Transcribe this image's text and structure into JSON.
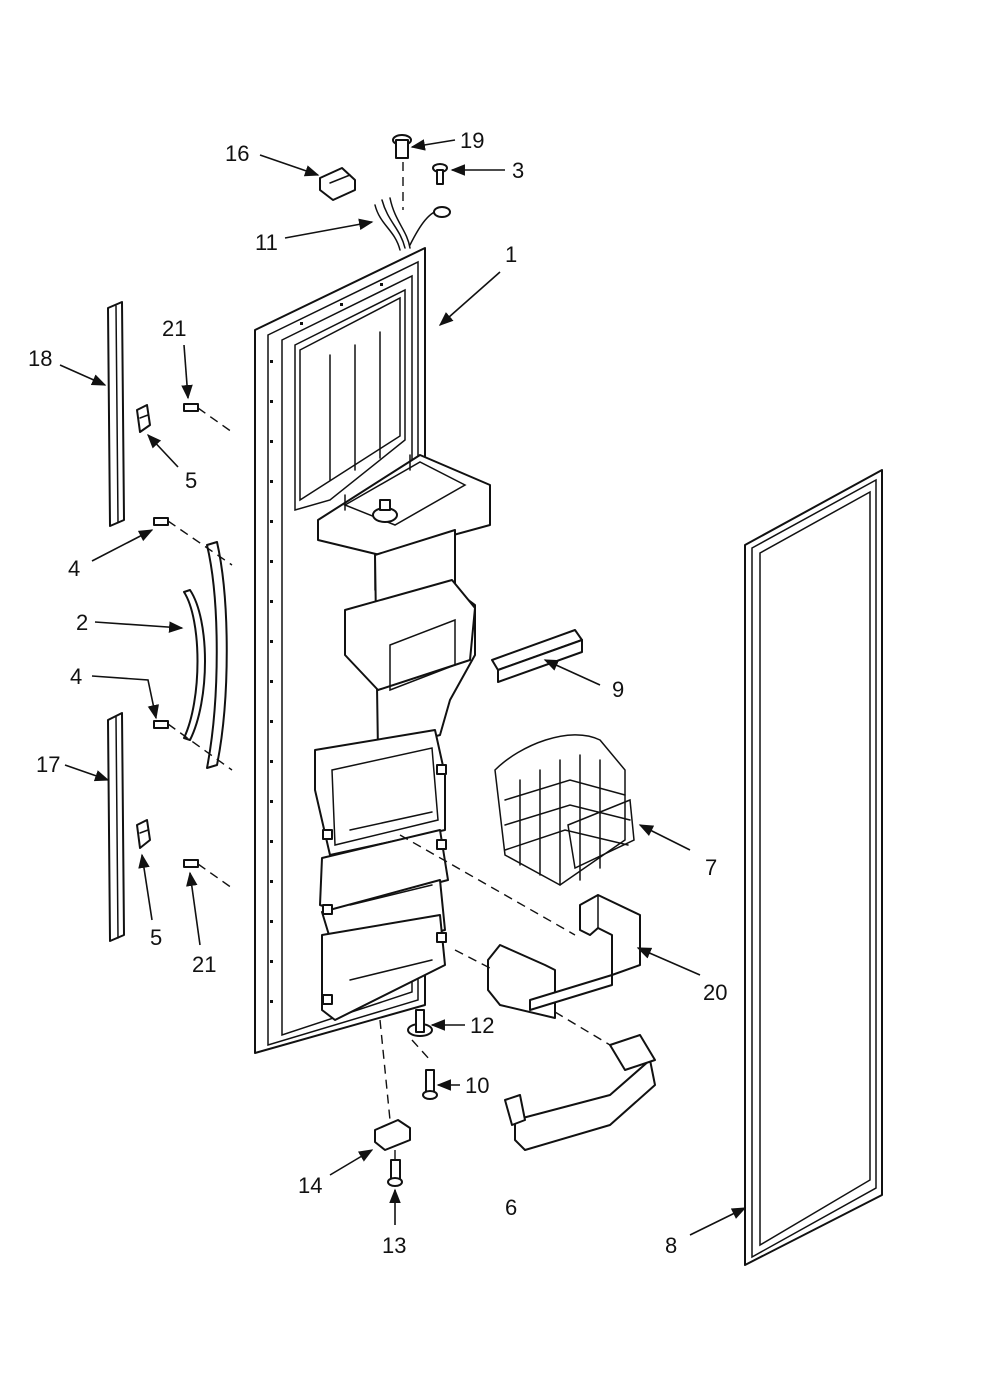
{
  "diagram": {
    "callouts": {
      "c1": "1",
      "c2": "2",
      "c3": "3",
      "c4a": "4",
      "c4b": "4",
      "c5a": "5",
      "c5b": "5",
      "c6": "6",
      "c7": "7",
      "c8": "8",
      "c9": "9",
      "c10": "10",
      "c11": "11",
      "c12": "12",
      "c13": "13",
      "c14": "14",
      "c16": "16",
      "c17": "17",
      "c18": "18",
      "c19": "19",
      "c20": "20",
      "c21a": "21",
      "c21b": "21"
    },
    "colors": {
      "line": "#111111",
      "background": "#ffffff"
    }
  }
}
